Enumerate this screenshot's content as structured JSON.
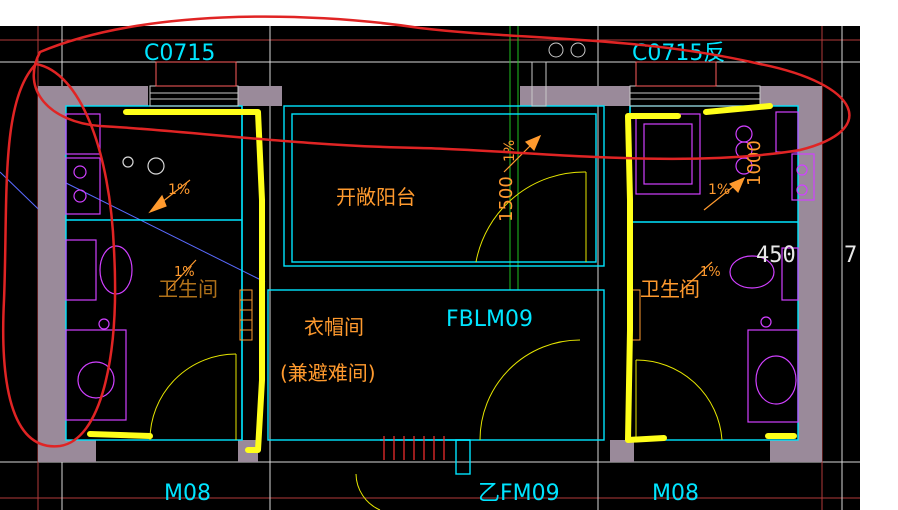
{
  "drawing": {
    "window_left_label": "C0715",
    "window_right_label": "C0715反",
    "balcony_label": "开敞阳台",
    "slope_label_top": "1500",
    "slope_label_right": "1000",
    "slope_pct_left": "1%",
    "slope_pct_center": "1%",
    "slope_pct_right": "1%",
    "slope_pct_bathroom_left": "1%",
    "slope_pct_bathroom_right": "1%",
    "bathroom_left_label": "卫生间",
    "bathroom_right_label": "卫生间",
    "cloakroom_label": "衣帽间",
    "refuge_label": "(兼避难间)",
    "fire_door_label": "FBLM09",
    "door_left_label": "M08",
    "door_right_label": "M08",
    "door_bottom_label": "乙FM09",
    "dimension_label": "450",
    "dimension_label_cut": "7"
  },
  "colors": {
    "background": "#000000",
    "wall": "#9a8a9a",
    "cyan": "#00e5ff",
    "magenta": "#d040ff",
    "yellow_markup": "#ffff1a",
    "red_markup": "#e02424",
    "orange_text": "#ff9a2e",
    "yellow_arc": "#e6e600",
    "green": "#20c020",
    "white": "#e8e8e8"
  }
}
